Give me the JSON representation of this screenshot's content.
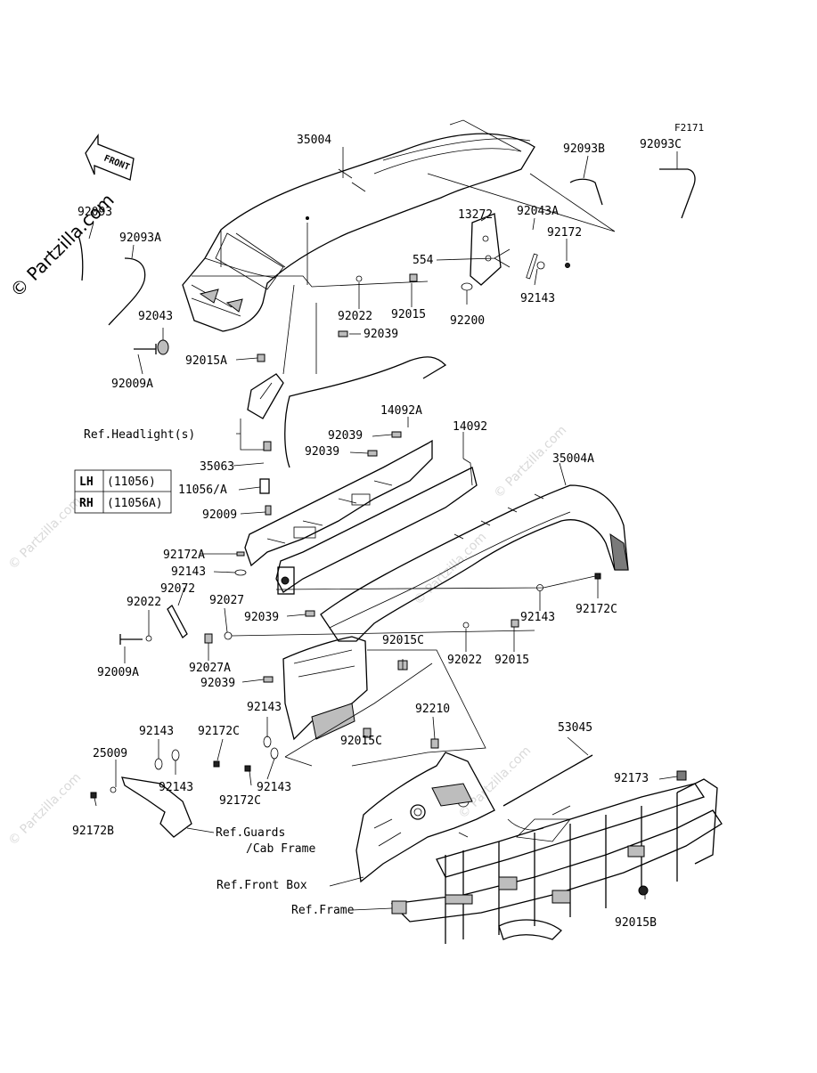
{
  "diagram": {
    "code": "F2171",
    "front_label": "FRONT",
    "watermark": "© Partzilla.com",
    "side_table": [
      {
        "side": "LH",
        "part": "(11056)"
      },
      {
        "side": "RH",
        "part": "(11056A)"
      }
    ],
    "part_labels": [
      "35004",
      "92093",
      "92093A",
      "92093B",
      "92093C",
      "13272",
      "92043A",
      "92172",
      "554",
      "92143",
      "92200",
      "92022",
      "92015",
      "92039",
      "92043",
      "92009A",
      "92015A",
      "14092A",
      "14092",
      "92039",
      "92039",
      "35004A",
      "35063",
      "11056/A",
      "92009",
      "92172A",
      "92143",
      "92072",
      "92022",
      "92027",
      "92039",
      "92143",
      "92172C",
      "92009A",
      "92027A",
      "92015C",
      "92022",
      "92015",
      "92039",
      "92143",
      "92015C",
      "92210",
      "53045",
      "92143",
      "92172C",
      "25009",
      "92143",
      "92172C",
      "92143",
      "92173",
      "92172B",
      "92015B"
    ],
    "references": [
      "Ref.Headlight(s)",
      "Ref.Guards",
      "/Cab Frame",
      "Ref.Front Box",
      "Ref.Frame"
    ]
  }
}
